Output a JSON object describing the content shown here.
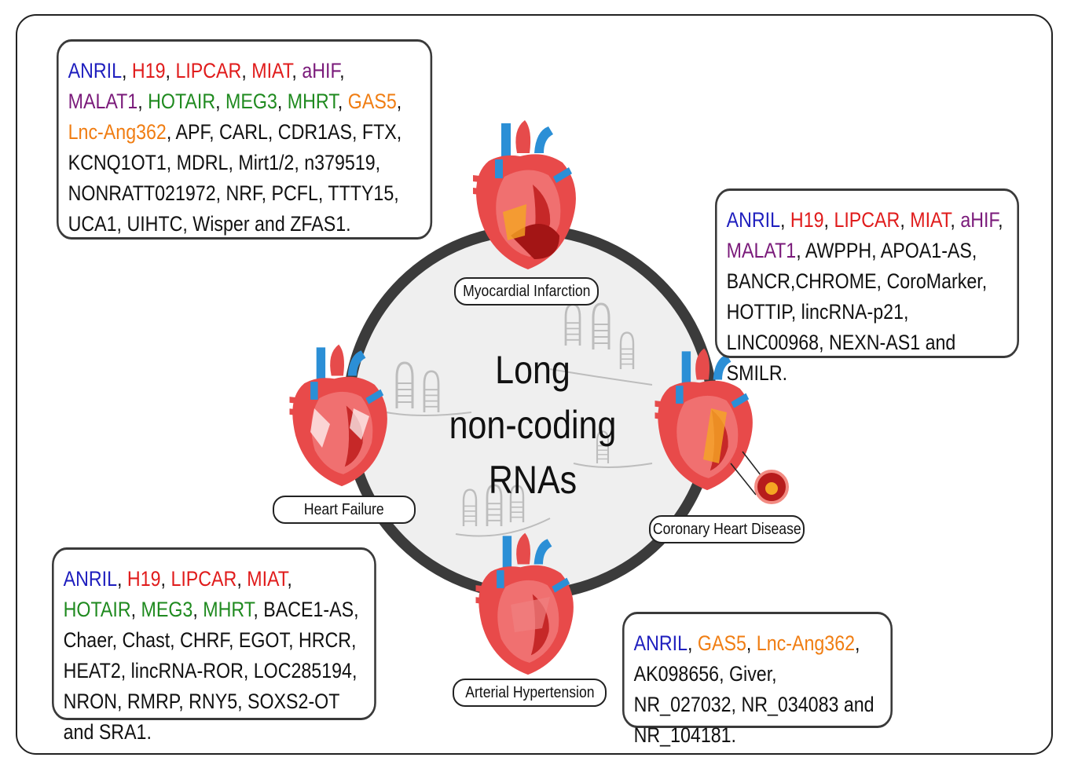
{
  "center_title_lines": [
    "Long",
    "non-coding",
    "RNAs"
  ],
  "colors": {
    "blue": "#1e1ebe",
    "red": "#e01b1b",
    "purple": "#7a1a7a",
    "green": "#1f8a1f",
    "orange": "#f07d12",
    "black": "#111111"
  },
  "labels": {
    "mi": "Myocardial Infarction",
    "chd": "Coronary Heart Disease",
    "hf": "Heart Failure",
    "ah": "Arterial Hypertension"
  },
  "boxes": {
    "mi": [
      {
        "t": "ANRIL",
        "c": "blue"
      },
      {
        "t": ", ",
        "c": "black"
      },
      {
        "t": "H19",
        "c": "red"
      },
      {
        "t": ", ",
        "c": "black"
      },
      {
        "t": "LIPCAR",
        "c": "red"
      },
      {
        "t": ", ",
        "c": "black"
      },
      {
        "t": "MIAT",
        "c": "red"
      },
      {
        "t": ", ",
        "c": "black"
      },
      {
        "t": "aHIF",
        "c": "purple"
      },
      {
        "t": ", ",
        "c": "black"
      },
      {
        "t": "MALAT1",
        "c": "purple"
      },
      {
        "t": ", ",
        "c": "black"
      },
      {
        "t": "HOTAIR",
        "c": "green"
      },
      {
        "t": ", ",
        "c": "black"
      },
      {
        "t": "MEG3",
        "c": "green"
      },
      {
        "t": ", ",
        "c": "black"
      },
      {
        "t": "MHRT",
        "c": "green"
      },
      {
        "t": ", ",
        "c": "black"
      },
      {
        "t": "GAS5",
        "c": "orange"
      },
      {
        "t": ", ",
        "c": "black"
      },
      {
        "t": "Lnc-Ang362",
        "c": "orange"
      },
      {
        "t": ", APF, CARL, CDR1AS, FTX, KCNQ1OT1, MDRL, Mirt1/2, n379519, NONRATT021972, NRF, PCFL, TTTY15,  UCA1, UIHTC, Wisper and ZFAS1.",
        "c": "black"
      }
    ],
    "chd": [
      {
        "t": "ANRIL",
        "c": "blue"
      },
      {
        "t": ", ",
        "c": "black"
      },
      {
        "t": "H19",
        "c": "red"
      },
      {
        "t": ", ",
        "c": "black"
      },
      {
        "t": "LIPCAR",
        "c": "red"
      },
      {
        "t": ", ",
        "c": "black"
      },
      {
        "t": "MIAT",
        "c": "red"
      },
      {
        "t": ", ",
        "c": "black"
      },
      {
        "t": "aHIF",
        "c": "purple"
      },
      {
        "t": ", ",
        "c": "black"
      },
      {
        "t": "MALAT1",
        "c": "purple"
      },
      {
        "t": ", AWPPH, APOA1-AS, BANCR,CHROME, CoroMarker, HOTTIP, lincRNA-p21, LINC00968, NEXN-AS1 and SMILR.",
        "c": "black"
      }
    ],
    "hf": [
      {
        "t": "ANRIL",
        "c": "blue"
      },
      {
        "t": ", ",
        "c": "black"
      },
      {
        "t": "H19",
        "c": "red"
      },
      {
        "t": ", ",
        "c": "black"
      },
      {
        "t": "LIPCAR",
        "c": "red"
      },
      {
        "t": ", ",
        "c": "black"
      },
      {
        "t": "MIAT",
        "c": "red"
      },
      {
        "t": ", ",
        "c": "black"
      },
      {
        "t": "HOTAIR",
        "c": "green"
      },
      {
        "t": ", ",
        "c": "black"
      },
      {
        "t": "MEG3",
        "c": "green"
      },
      {
        "t": ", ",
        "c": "black"
      },
      {
        "t": "MHRT",
        "c": "green"
      },
      {
        "t": ", BACE1-AS, Chaer, Chast, CHRF, EGOT, HRCR, HEAT2, lincRNA-ROR, LOC285194, NRON, RMRP, RNY5, SOXS2-OT and SRA1.",
        "c": "black"
      }
    ],
    "ah": [
      {
        "t": "ANRIL",
        "c": "blue"
      },
      {
        "t": ", ",
        "c": "black"
      },
      {
        "t": "GAS5",
        "c": "orange"
      },
      {
        "t": ", ",
        "c": "black"
      },
      {
        "t": "Lnc-Ang362",
        "c": "orange"
      },
      {
        "t": ", AK098656, Giver, NR_027032, NR_034083 and NR_104181.",
        "c": "black"
      }
    ]
  }
}
